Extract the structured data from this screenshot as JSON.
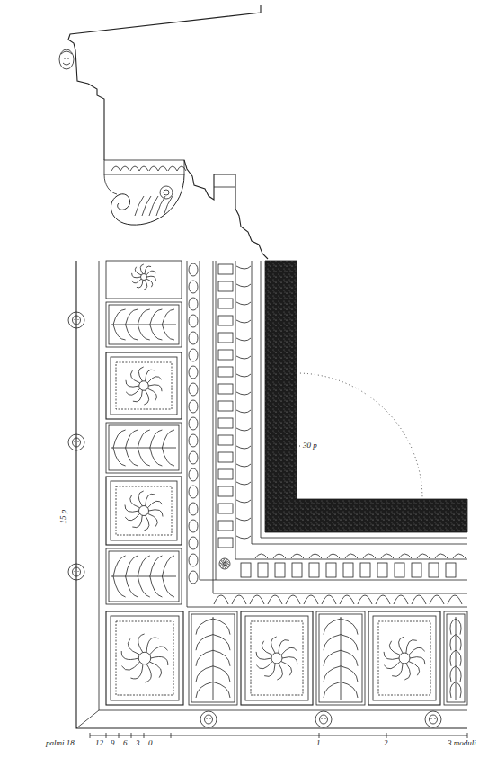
{
  "diagram": {
    "labels": [
      "30 p",
      "15 p",
      "palmi 18",
      "12",
      "9",
      "6",
      "3",
      "0",
      "1",
      "2",
      "3 moduli"
    ]
  }
}
